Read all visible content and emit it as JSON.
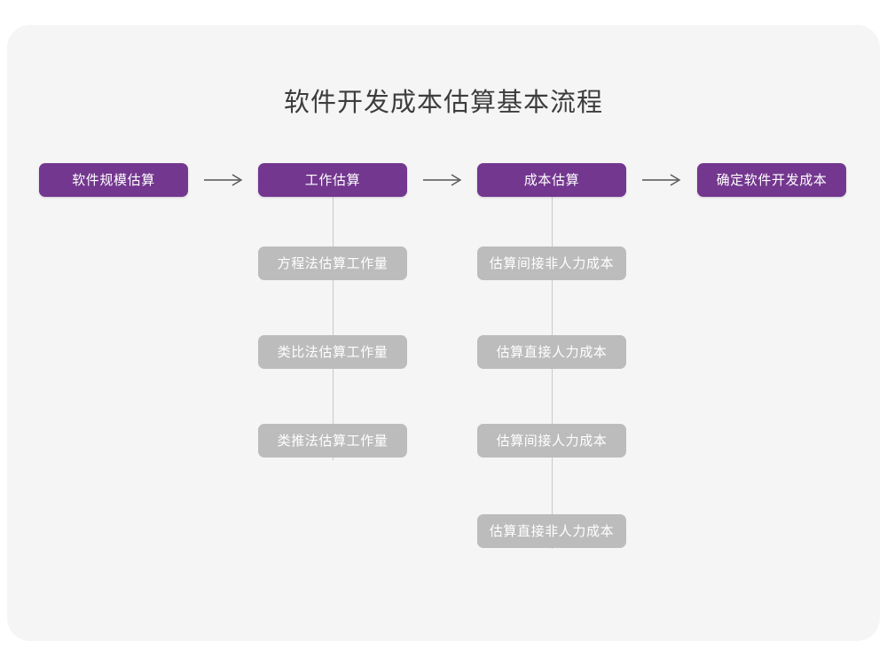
{
  "diagram": {
    "title": "软件开发成本估算基本流程",
    "colors": {
      "page_background": "#ffffff",
      "card_background": "#f5f5f5",
      "primary_node": "#73378f",
      "primary_node_text": "#ffffff",
      "secondary_node": "#bcbcbc",
      "secondary_node_text": "#ffffff",
      "title_text": "#3d3d3d",
      "connector_line": "#c9c9c9",
      "arrow": "#555555"
    },
    "main_flow": [
      {
        "id": "step-1",
        "label": "软件规模估算"
      },
      {
        "id": "step-2",
        "label": "工作估算"
      },
      {
        "id": "step-3",
        "label": "成本估算"
      },
      {
        "id": "step-4",
        "label": "确定软件开发成本"
      }
    ],
    "arrows": [
      {
        "id": "arrow-1",
        "from": "软件规模估算",
        "to": "工作估算",
        "glyph": "arrow-right-icon"
      },
      {
        "id": "arrow-2",
        "from": "工作估算",
        "to": "成本估算",
        "glyph": "arrow-right-icon"
      },
      {
        "id": "arrow-3",
        "from": "成本估算",
        "to": "确定软件开发成本",
        "glyph": "arrow-right-icon"
      }
    ],
    "branches": [
      {
        "id": "branch-work-estimation",
        "parent": "工作估算",
        "items": [
          {
            "id": "work-1",
            "label": "方程法估算工作量"
          },
          {
            "id": "work-2",
            "label": "类比法估算工作量"
          },
          {
            "id": "work-3",
            "label": "类推法估算工作量"
          }
        ]
      },
      {
        "id": "branch-cost-estimation",
        "parent": "成本估算",
        "items": [
          {
            "id": "cost-1",
            "label": "估算间接非人力成本"
          },
          {
            "id": "cost-2",
            "label": "估算直接人力成本"
          },
          {
            "id": "cost-3",
            "label": "估算间接人力成本"
          },
          {
            "id": "cost-4",
            "label": "估算直接非人力成本"
          }
        ]
      }
    ]
  }
}
